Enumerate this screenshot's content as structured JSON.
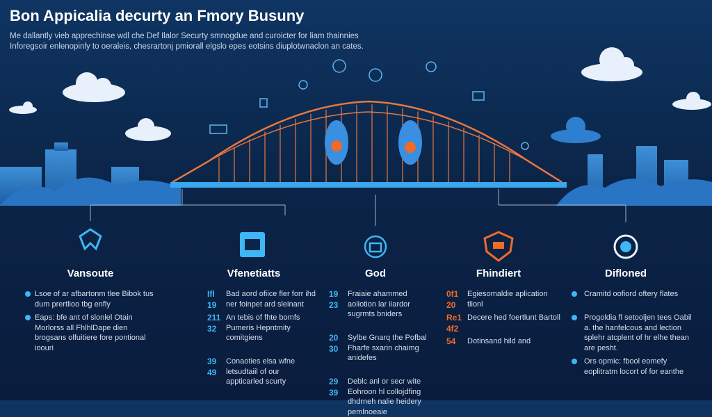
{
  "header": {
    "title": "Bon Appicalia decurty an Fmory Busuny",
    "subtitle_1": "Me dallantly vieb apprechinse wdl che Def Ilalor Securty smnogdue and curoicter for liam thainnies",
    "subtitle_2": "Inforegsoir enlenopinly to oeraleis, chesrartonj pmiorall elgslo epes eotsins diuplotwnaclon an cates."
  },
  "colors": {
    "accent_blue": "#3fb6f5",
    "accent_orange": "#f06a2a",
    "bridge": "#e8773e"
  },
  "columns": [
    {
      "title": "Vansoute",
      "icon": "shield-chevron-icon",
      "items": [
        {
          "text": "Lsoe of ar afbartonm tlee Bibok tus dum prertlioo tbg enfly"
        },
        {
          "text": "Eaps: bfe ant of slonlel Otain Morlorss all FhlhlDape dien brogsans olfuitiere fore pontional ioouri"
        }
      ]
    },
    {
      "title": "Vfenetiatts",
      "icon": "document-icon",
      "items": [
        {
          "nums": [
            "Ifl",
            "19"
          ],
          "text": "Bad aord ofiice fler forr ihd ner foinpet ard sleinant"
        },
        {
          "nums": [
            "211",
            "32"
          ],
          "text": "An tebis of fhte bomfs Pumeris Hepntmity comitgiens"
        },
        {
          "nums": [
            "39",
            "49"
          ],
          "text": "Conaoties elsa wfne letsudtaiil of our appticarled scurty"
        }
      ]
    },
    {
      "title": "God",
      "icon": "lock-icon",
      "items": [
        {
          "nums": [
            "19",
            "23"
          ],
          "text": "Fraiaie ahammed aoliotion lar iiardor sugrmts bniders"
        },
        {
          "nums": [
            "20",
            "30"
          ],
          "text": "Sylbe Gnarq the Pofbal Fharfe sxarin chaimg anidefes"
        },
        {
          "nums": [
            "29",
            "39"
          ],
          "text": "Deblc anl or secr wite Eohroon hl collojdfing dhdrneh nalie heidery pemlnoeaie"
        }
      ]
    },
    {
      "title": "Fhindiert",
      "icon": "alert-shield-icon",
      "items": [
        {
          "nums": [
            "0f1",
            "20"
          ],
          "text": "Egiesomaldie aplication tlionl"
        },
        {
          "nums": [
            "Re1",
            "4f2"
          ],
          "text": "Decere hed foertlunt Bartoll"
        },
        {
          "nums": [
            "54"
          ],
          "text": "Dotinsand hild and"
        }
      ]
    },
    {
      "title": "Difloned",
      "icon": "watch-icon",
      "items": [
        {
          "text": "Cramitd oofiord oftery flates"
        },
        {
          "text": "Progoldia fl setooljen tees Oabil a. the hanfelcous and lection splehr atcplent of hr elhe thean are pesht."
        },
        {
          "text": "Ors opmic: fbool eomefy eoplitratm locort of for eanthe"
        }
      ]
    }
  ]
}
